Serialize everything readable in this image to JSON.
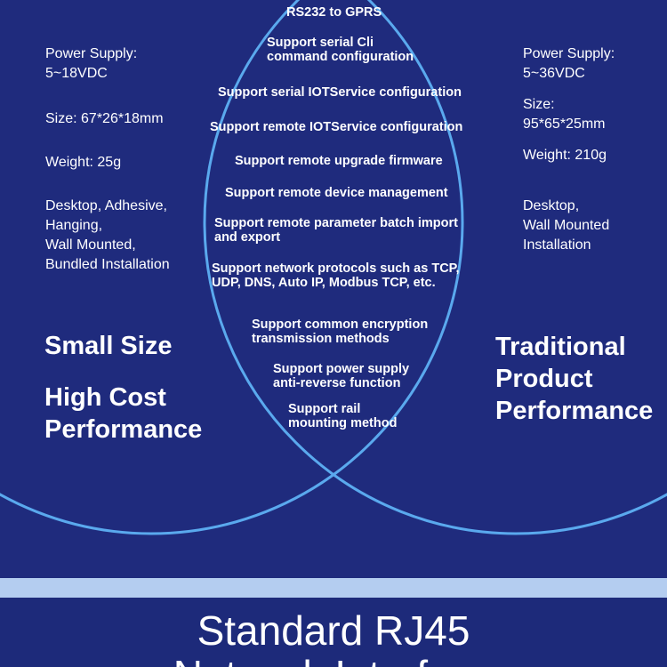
{
  "center": {
    "title": "RS232 to GPRS",
    "features": [
      "Support serial Cli\ncommand configuration",
      "Support serial IOTService configuration",
      "Support remote IOTService configuration",
      "Support remote upgrade firmware",
      "Support remote device management",
      "Support remote parameter batch import\nand export",
      "Support network protocols such as TCP,\nUDP, DNS, Auto IP, Modbus TCP, etc.",
      "Support common encryption\ntransmission methods",
      "Support power supply\nanti-reverse function",
      "Support rail\nmounting method"
    ]
  },
  "left": {
    "power": "Power Supply:\n5~18VDC",
    "size": "Size: 67*26*18mm",
    "weight": "Weight: 25g",
    "install": "Desktop, Adhesive,\nHanging,\nWall Mounted,\nBundled Installation",
    "heading1": "Small Size",
    "heading2": "High Cost\nPerformance"
  },
  "right": {
    "power": "Power Supply:\n5~36VDC",
    "size": "Size:\n95*65*25mm",
    "weight": "Weight: 210g",
    "install": "Desktop,\nWall Mounted\nInstallation",
    "heading": "Traditional\nProduct\nPerformance"
  },
  "lower": {
    "title": "Standard RJ45",
    "title2": "Network Interface"
  },
  "colors": {
    "background": "#1f2b7d",
    "circle_stroke": "#5aa9ee",
    "stripe": "#b4cdf0"
  }
}
